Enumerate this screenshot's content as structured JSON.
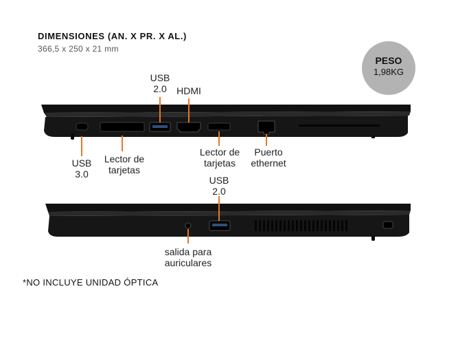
{
  "header": {
    "title": "DIMENSIONES (AN. X PR. X AL.)",
    "dimensions": "366,5 x 250 x 21 mm"
  },
  "weight": {
    "label": "PESO",
    "value": "1,98KG"
  },
  "left_side": {
    "ports": [
      {
        "name": "usb-c",
        "label_1": "USB",
        "label_2": "3.0"
      },
      {
        "name": "card-reader-left",
        "label_1": "Lector de",
        "label_2": "tarjetas"
      },
      {
        "name": "usb-a",
        "label_1": "USB",
        "label_2": "2.0"
      },
      {
        "name": "hdmi",
        "label_1": "HDMI"
      },
      {
        "name": "card-reader-right",
        "label_1": "Lector de",
        "label_2": "tarjetas"
      },
      {
        "name": "ethernet",
        "label_1": "Puerto",
        "label_2": "ethernet"
      }
    ]
  },
  "right_side": {
    "ports": [
      {
        "name": "usb-a",
        "label_1": "USB",
        "label_2": "2.0"
      },
      {
        "name": "headphone-jack",
        "label_1": "salida para",
        "label_2": "auriculares"
      }
    ]
  },
  "footnote": "*NO INCLUYE UNIDAD ÓPTICA",
  "colors": {
    "accent": "#e87722",
    "laptop_body": "#1a1a1a",
    "badge": "#b3b3b3"
  }
}
